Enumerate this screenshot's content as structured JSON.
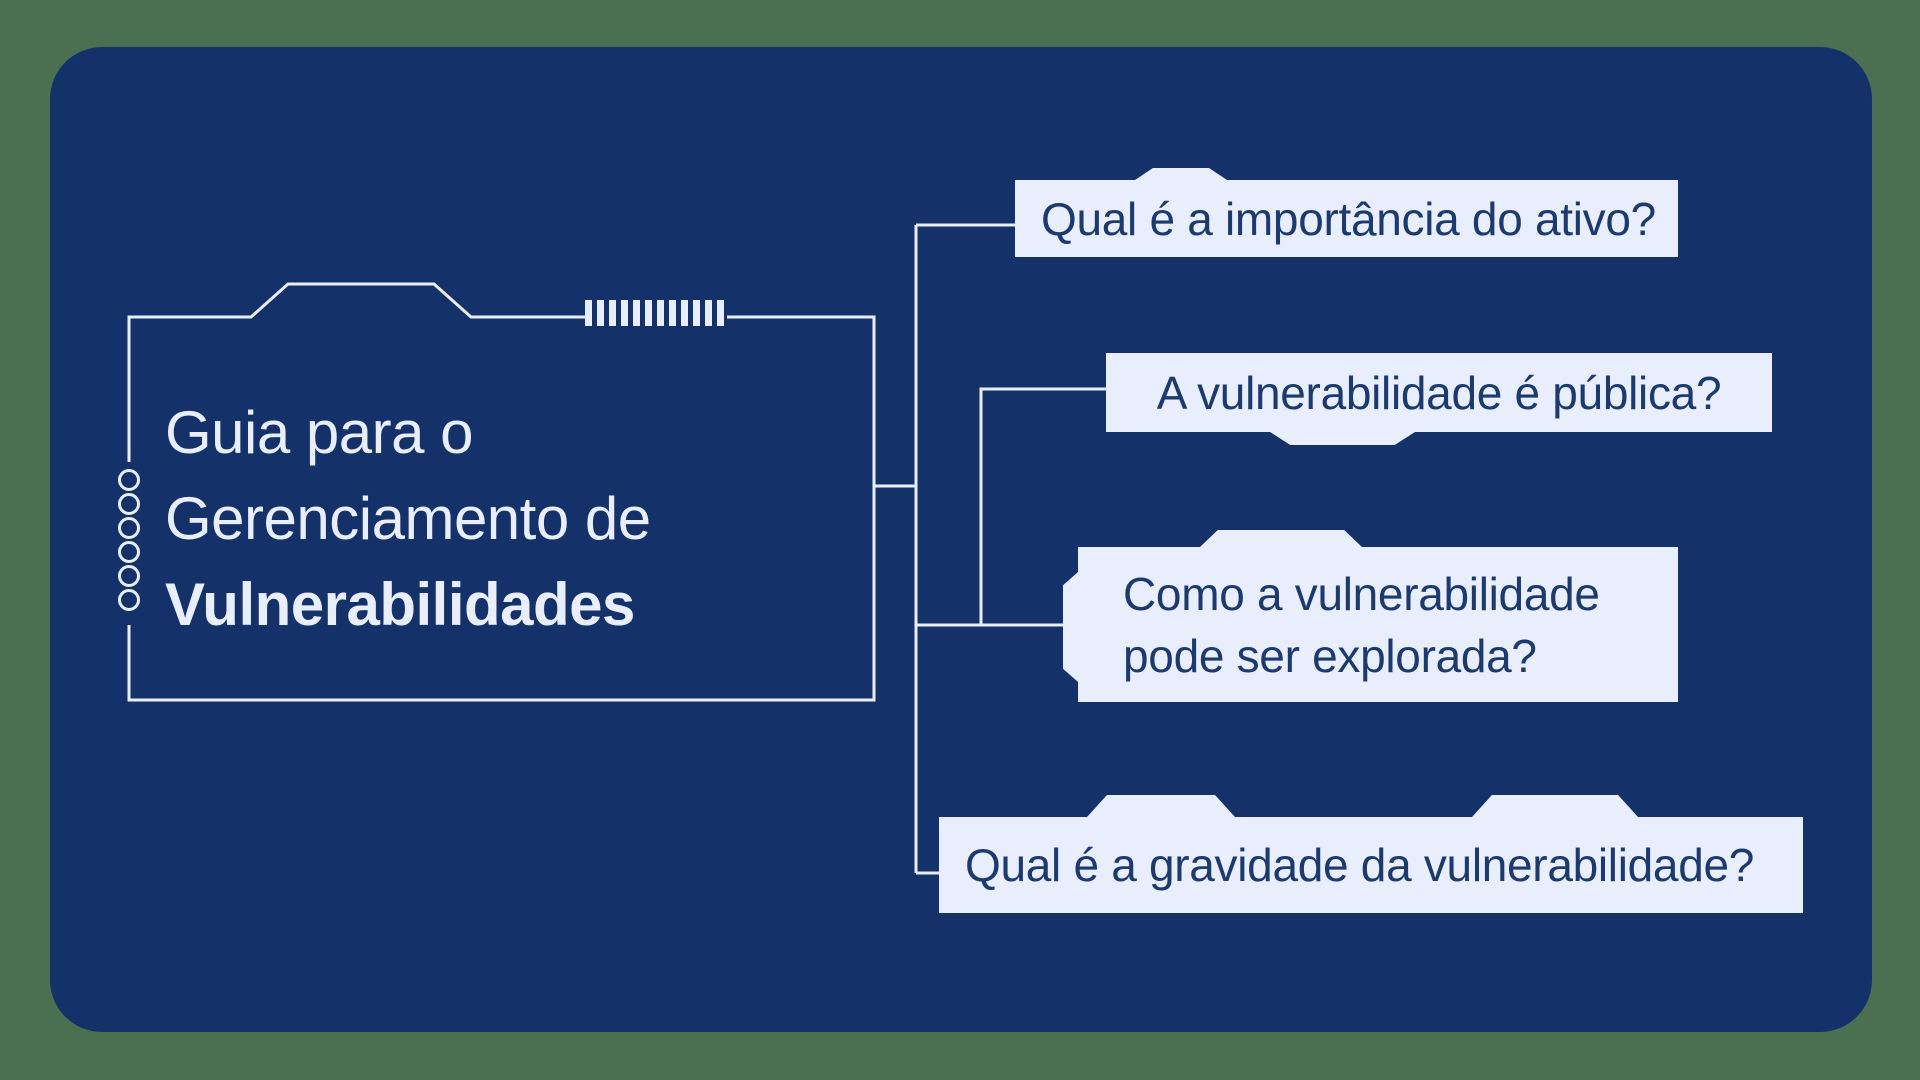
{
  "title": {
    "line1": "Guia para o",
    "line2": "Gerenciamento de",
    "line3": "Vulnerabilidades"
  },
  "questions": [
    {
      "label": "Qual é a importância do ativo?"
    },
    {
      "label": "A vulnerabilidade é pública?"
    },
    {
      "label_line1": "Como a vulnerabilidade",
      "label_line2": "pode ser explorada?"
    },
    {
      "label": "Qual é a gravidade da vulnerabilidade?"
    }
  ],
  "colors": {
    "surround_background": "#4a7051",
    "panel_background": "#15316a",
    "node_background": "#e8eefc",
    "node_text": "#1d3a6e",
    "line_stroke": "#e8eefc",
    "title_text": "#e8eefc"
  }
}
